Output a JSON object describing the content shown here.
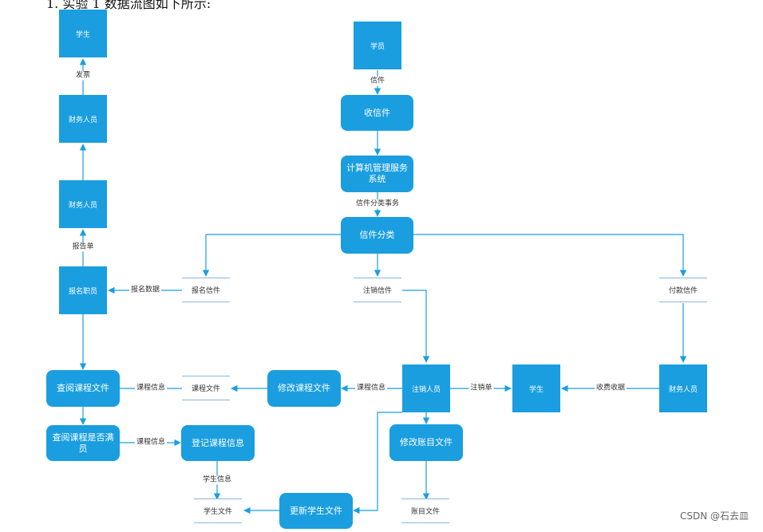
{
  "heading": "1. 实验 1 数据流图如下所示:",
  "watermark": "CSDN @石去皿",
  "colors": {
    "node": "#1a9ee0",
    "line": "#1a9ee0",
    "store_border": "#8ab6dc"
  },
  "entities": {
    "student_top": "学生",
    "finance_1": "财务人员",
    "finance_2": "财务人员",
    "registrar": "报名职员",
    "trainee": "学员",
    "cancel_staff": "注销人员",
    "student_mid": "学生",
    "finance_3": "财务人员"
  },
  "processes": {
    "receive_letters": "收信件",
    "system": "计算机管理服务系统",
    "classify": "信件分类",
    "view_course": "查阅课程文件",
    "check_full": "查阅课程是否满员",
    "register_course": "登记课程信息",
    "modify_course": "修改课程文件",
    "modify_account": "修改账目文件",
    "update_student": "更新学生文件"
  },
  "stores": {
    "registration_letters": "报名信件",
    "cancel_letters": "注销信件",
    "payment_letters": "付款信件",
    "course_file": "课程文件",
    "student_file": "学生文件",
    "account_file": "账目文件"
  },
  "flows": {
    "invoice": "发票",
    "report": "报告单",
    "letters": "信件",
    "classify_affairs": "信件分类事务",
    "registration_data": "报名数据",
    "course_info_1": "课程信息",
    "course_info_2": "课程信息",
    "course_info_3": "课程信息",
    "cancel_slip": "注销单",
    "fee_receipt": "收费收据",
    "student_info": "学生信息"
  }
}
